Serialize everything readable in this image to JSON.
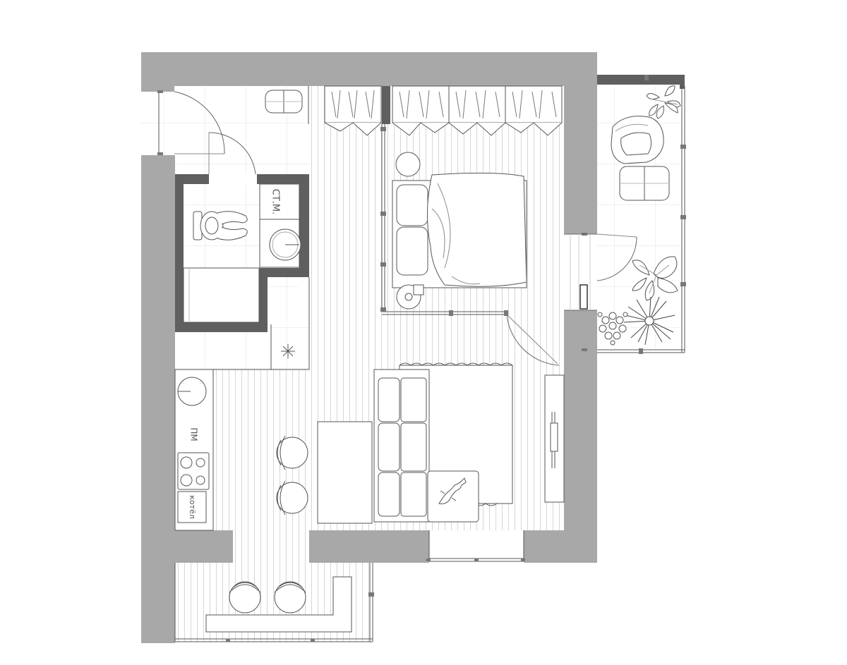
{
  "labels": {
    "washer": "СТ.М.",
    "dishwasher": "ПМ",
    "boiler": "котёл"
  },
  "colors": {
    "wall": "#a8a8a8",
    "wall_dark": "#5f5f5f",
    "line": "#555555",
    "floor_line": "#d4d4d4",
    "grid": "#e0e0e0",
    "background": "#ffffff"
  },
  "icons": [
    "bed-icon",
    "sofa-icon",
    "armchair-icon",
    "ottoman-icon",
    "chair-icon",
    "plant-icon",
    "wardrobe-icon",
    "stove-icon",
    "sink-icon",
    "toilet-icon",
    "washing-machine-icon",
    "boiler-icon",
    "dog-icon",
    "tv-icon",
    "door-icon"
  ]
}
